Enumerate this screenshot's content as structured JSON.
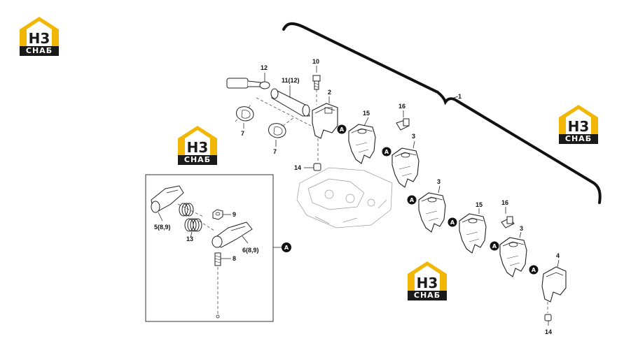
{
  "watermark": {
    "logo_text": "СНАБ",
    "accent": "#f2b705",
    "dark": "#1a1a1a"
  },
  "marker": "A",
  "callouts": {
    "assembly": "1",
    "c2": "2",
    "c3a": "3",
    "c3b": "3",
    "c3c": "3",
    "c4": "4",
    "c5": "5(8,9)",
    "c6": "6(8,9)",
    "c7a": "7",
    "c7b": "7",
    "c8": "8",
    "c9": "9",
    "c10": "10",
    "c11": "11(12)",
    "c12": "12",
    "c13": "13",
    "c14a": "14",
    "c14b": "14",
    "c15a": "15",
    "c15b": "15",
    "c16a": "16",
    "c16b": "16"
  }
}
